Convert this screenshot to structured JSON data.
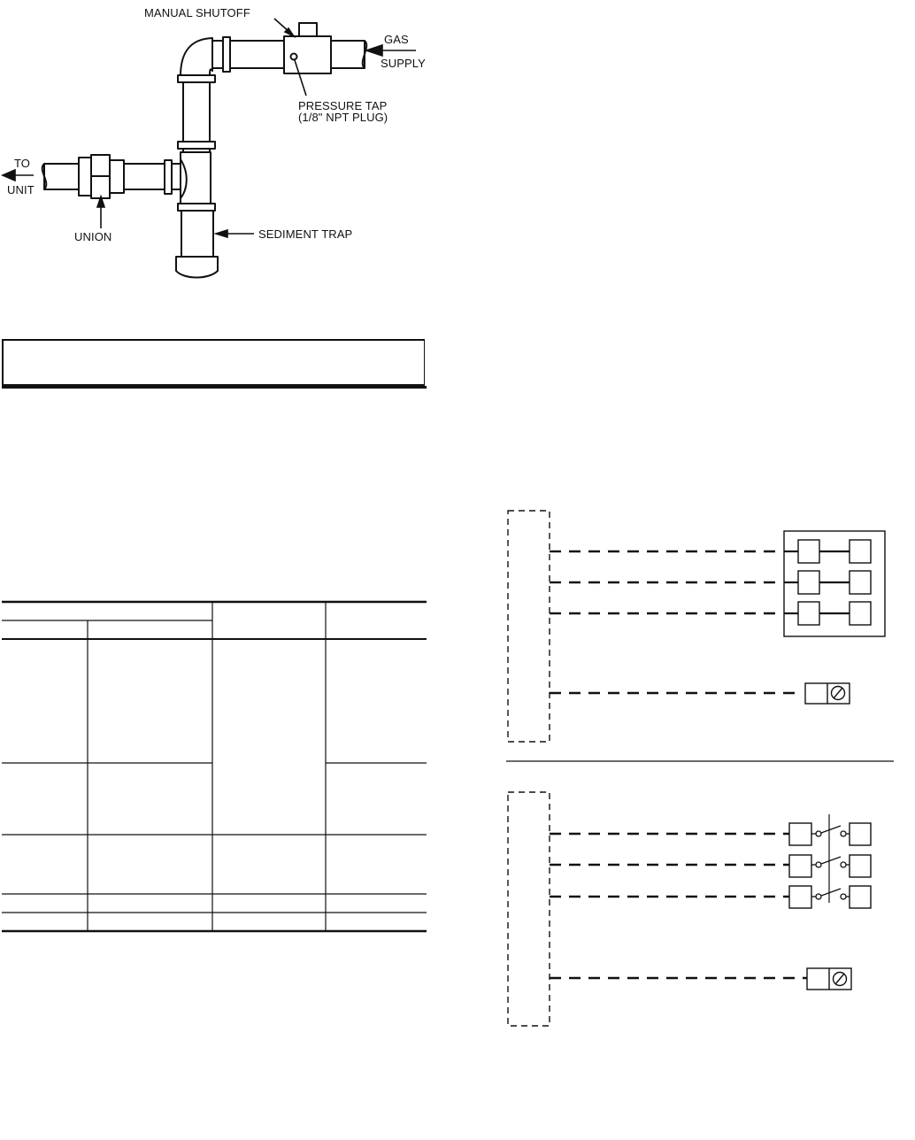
{
  "piping_figure": {
    "labels": {
      "manual_shutoff": "MANUAL SHUTOFF",
      "gas": "GAS",
      "supply": "SUPPLY",
      "pressure_tap": "PRESSURE TAP",
      "npt_plug": "(1/8\" NPT PLUG)",
      "to": "TO",
      "unit": "UNIT",
      "union": "UNION",
      "sediment_trap": "SEDIMENT TRAP"
    }
  },
  "note_box": {
    "text": ""
  },
  "table": {
    "columns": 4,
    "header_rows": 2,
    "body_rows": 5,
    "cells": []
  },
  "wiring_diagrams": [
    {
      "variant": "terminal-block",
      "circuits": 3,
      "ground_terminal": true
    },
    {
      "variant": "switch-contacts",
      "circuits": 3,
      "ground_terminal": true
    }
  ]
}
